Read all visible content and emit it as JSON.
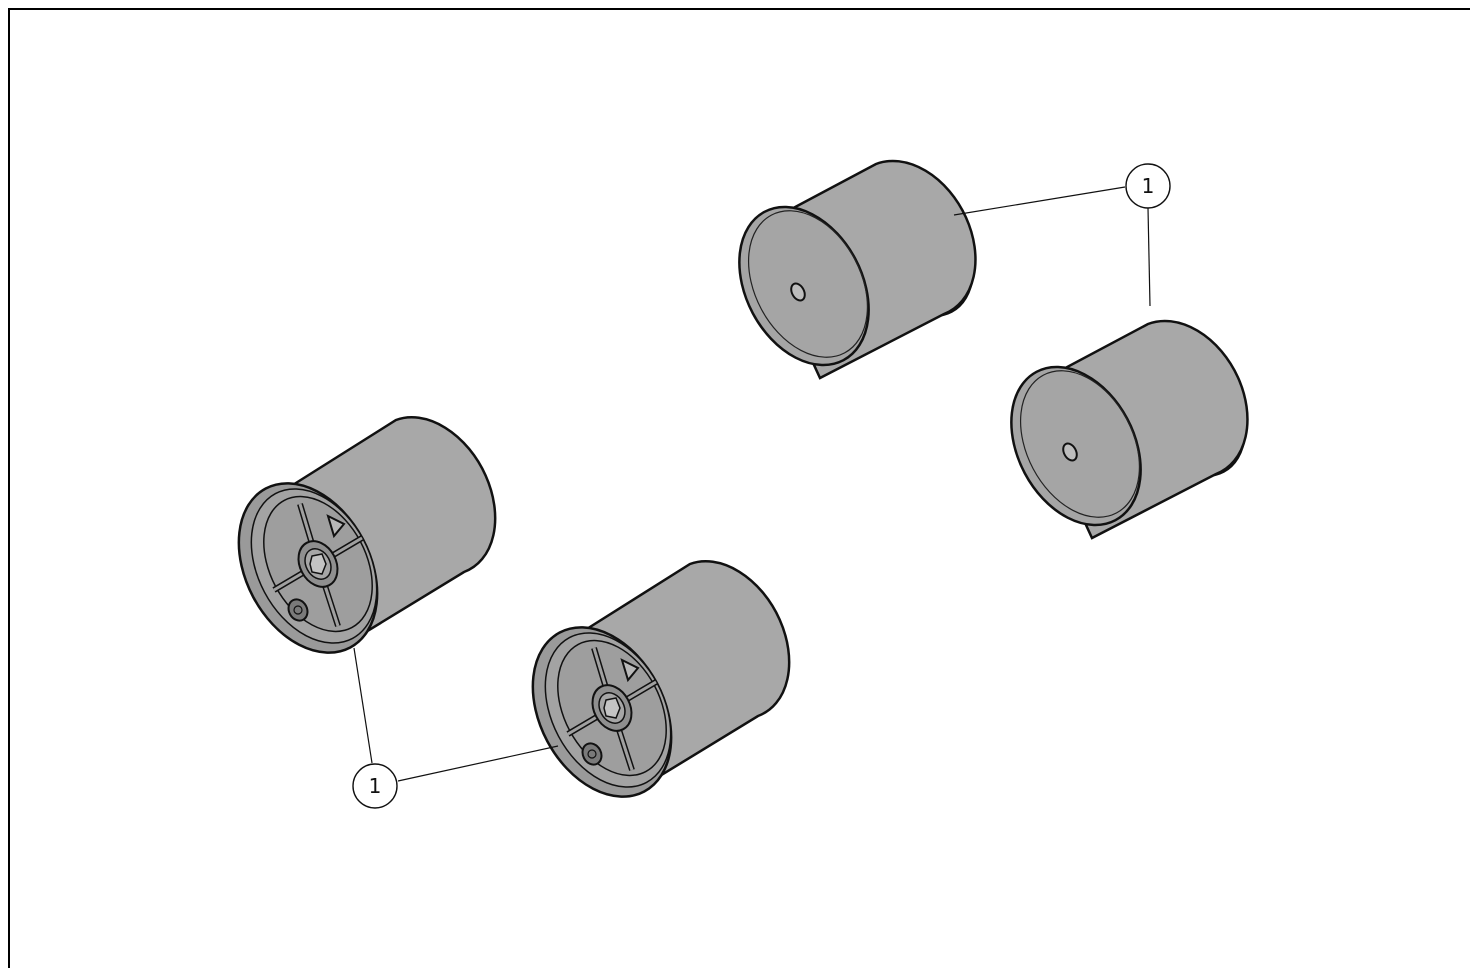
{
  "diagram": {
    "colors": {
      "body": "#a7a7a7",
      "body_dark": "#8c8c8c",
      "flange": "#9a9a9a",
      "outline": "#111111",
      "background": "#ffffff"
    },
    "parts": [
      {
        "id": "wheel-top",
        "style": "plain-cap"
      },
      {
        "id": "wheel-right",
        "style": "plain-cap"
      },
      {
        "id": "wheel-left",
        "style": "spoked-hub"
      },
      {
        "id": "wheel-bottom",
        "style": "spoked-hub"
      }
    ],
    "callouts": [
      {
        "label": "1",
        "targets": [
          "wheel-top",
          "wheel-right"
        ]
      },
      {
        "label": "1",
        "targets": [
          "wheel-left",
          "wheel-bottom"
        ]
      }
    ]
  }
}
